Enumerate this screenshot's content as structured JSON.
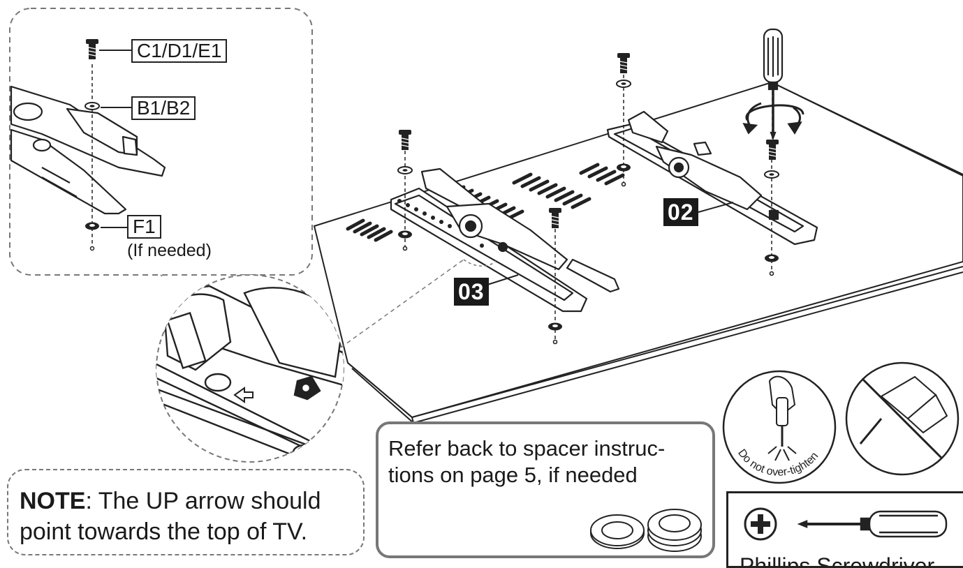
{
  "labels": {
    "screw": "C1/D1/E1",
    "washer": "B1/B2",
    "nut": "F1",
    "nut_note": "(If needed)",
    "bracket_right": "02",
    "bracket_left": "03"
  },
  "note": {
    "prefix": "NOTE",
    "line1": ": The UP arrow should",
    "line2": "point towards the top of TV."
  },
  "spacer": {
    "line1": "Refer back to spacer instruc-",
    "line2": "tions on page 5, if needed"
  },
  "warning": {
    "text": "Do not over-tighten"
  },
  "tool": {
    "caption": "Phillips Screwdriver"
  },
  "icons": {
    "screw": "screw-icon",
    "washer": "washer-icon",
    "nut": "nut-icon",
    "screwdriver": "screwdriver-icon",
    "rotate": "rotate-arrows-icon",
    "prohibited": "prohibited-icon",
    "phillips": "phillips-cross-icon",
    "up_arrow": "up-arrow-icon",
    "spacer": "spacer-icon"
  },
  "colors": {
    "line": "#222222",
    "dashed": "#777777",
    "label_dark_bg": "#1a1a1a",
    "box_border": "#777777"
  }
}
